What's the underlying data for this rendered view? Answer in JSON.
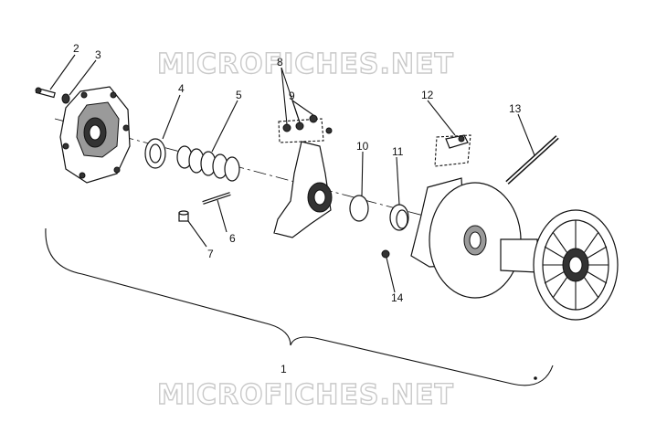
{
  "watermark": {
    "text": "MICROFICHES.NET",
    "color": "#c9c9c9"
  },
  "callouts": [
    "1",
    "2",
    "3",
    "4",
    "5",
    "6",
    "7",
    "8",
    "9",
    "10",
    "11",
    "12",
    "13",
    "14"
  ]
}
